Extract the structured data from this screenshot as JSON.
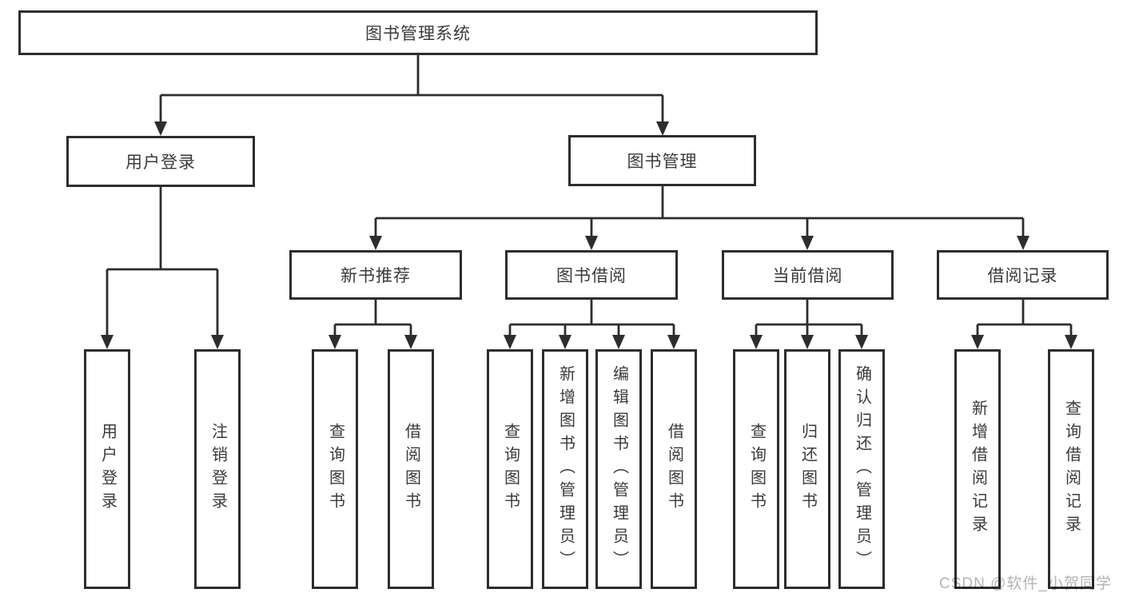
{
  "diagram_title": "图书管理系统",
  "tree": {
    "label": "图书管理系统",
    "children": [
      {
        "label": "用户登录",
        "children": [
          {
            "label": "用户登录"
          },
          {
            "label": "注销登录"
          }
        ]
      },
      {
        "label": "图书管理",
        "children": [
          {
            "label": "新书推荐",
            "children": [
              {
                "label": "查询图书"
              },
              {
                "label": "借阅图书"
              }
            ]
          },
          {
            "label": "图书借阅",
            "children": [
              {
                "label": "查询图书"
              },
              {
                "label": "新增图书（管理员）"
              },
              {
                "label": "编辑图书（管理员）"
              },
              {
                "label": "借阅图书"
              }
            ]
          },
          {
            "label": "当前借阅",
            "children": [
              {
                "label": "查询图书"
              },
              {
                "label": "归还图书"
              },
              {
                "label": "确认归还（管理员）"
              }
            ]
          },
          {
            "label": "借阅记录",
            "children": [
              {
                "label": "新增借阅记录"
              },
              {
                "label": "查询借阅记录"
              }
            ]
          }
        ]
      }
    ]
  },
  "watermark": "CSDN @软件_小贺同学",
  "colors": {
    "line": "#2d2d2d",
    "box_border": "#2d2d2d",
    "text": "#3a3a3a",
    "watermark": "#b3b3b3",
    "background": "#ffffff"
  }
}
